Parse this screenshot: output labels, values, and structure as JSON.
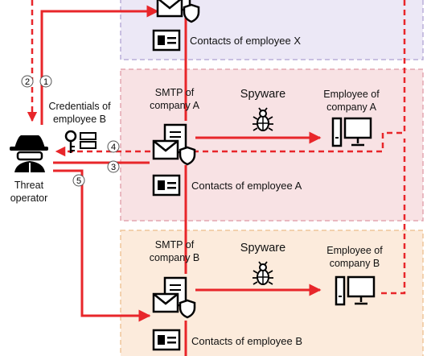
{
  "contacts_x": "Contacts of employee X",
  "company_a": {
    "smtp_line1": "SMTP of",
    "smtp_line2": "company A",
    "spyware": "Spyware",
    "employee_line1": "Employee of",
    "employee_line2": "company A",
    "contacts": "Contacts of employee A"
  },
  "company_b": {
    "smtp_line1": "SMTP of",
    "smtp_line2": "company B",
    "spyware": "Spyware",
    "employee_line1": "Employee of",
    "employee_line2": "company B",
    "contacts": "Contacts of employee B"
  },
  "operator": {
    "line1": "Threat",
    "line2": "operator"
  },
  "credentials": {
    "line1": "Credentials of",
    "line2": "employee B"
  },
  "steps": [
    "1",
    "2",
    "3",
    "4",
    "5"
  ],
  "colors": {
    "arrow": "#e8262a",
    "zone_x_fill": "#ece8f6",
    "zone_x_border": "#b9aed8",
    "zone_a_fill": "#f8e2e4",
    "zone_a_border": "#e3a6b0",
    "zone_b_fill": "#fcebdc",
    "zone_b_border": "#efc59a"
  },
  "icons": [
    "hacker-icon",
    "key-icon",
    "server-icon",
    "mail-server-icon",
    "shield-icon",
    "contact-card-icon",
    "bug-icon",
    "computer-icon"
  ]
}
